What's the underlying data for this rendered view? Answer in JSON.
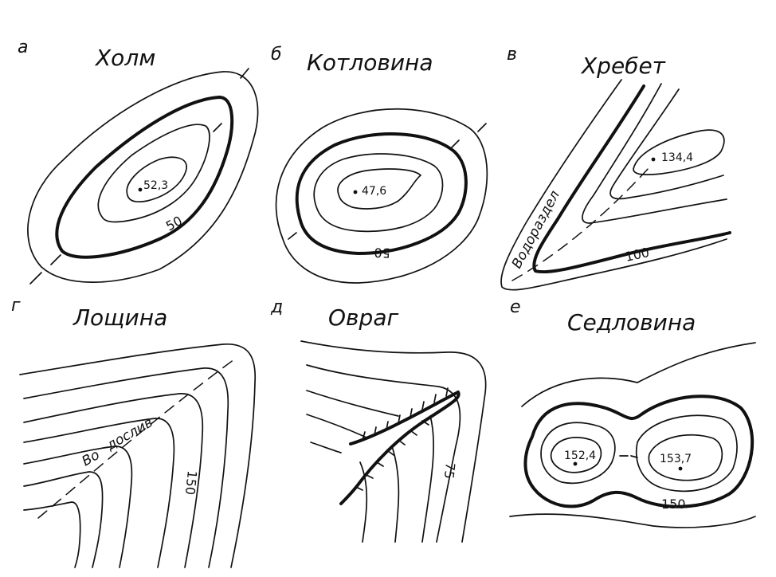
{
  "panels": {
    "a": {
      "letter": "а",
      "title": "Холм",
      "spot": "52,3",
      "contour": "50"
    },
    "b": {
      "letter": "б",
      "title": "Котловина",
      "spot": "47,6",
      "contour": "50"
    },
    "v": {
      "letter": "в",
      "title": "Хребет",
      "spot": "134,4",
      "contour": "100",
      "line_label": "Водораздел"
    },
    "g": {
      "letter": "г",
      "title": "Лощина",
      "contour": "150",
      "line_label_1": "Во",
      "line_label_2": "дослив"
    },
    "d": {
      "letter": "д",
      "title": "Овраг",
      "contour": "75"
    },
    "e": {
      "letter": "е",
      "title": "Седловина",
      "spot_left": "152,4",
      "spot_right": "153,7",
      "contour": "150"
    }
  }
}
